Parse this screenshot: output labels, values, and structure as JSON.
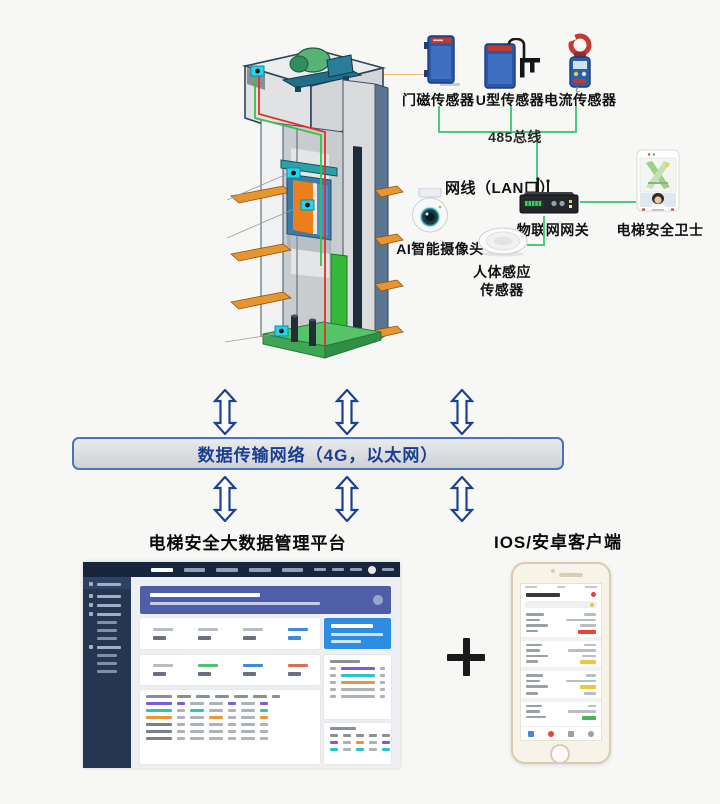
{
  "colors": {
    "line_green": "#4fc77f",
    "arrow_navy": "#1e4094",
    "bar_border": "#4a74b8",
    "bar_text": "#1a3e91",
    "orange": "#e8952f",
    "device_blue": "#2a57a8",
    "device_red": "#c13a30"
  },
  "sensors": {
    "door_label": "门磁传感器",
    "u_type_label": "U型传感器",
    "current_label": "电流传感器",
    "bus_label": "485总线"
  },
  "mid": {
    "lan_label": "网线（LAN口）",
    "camera_label": "AI智能摄像头",
    "body_sensor_line1": "人体感应",
    "body_sensor_line2": "传感器",
    "gateway_label": "物联网网关",
    "guard_label": "电梯安全卫士"
  },
  "network_bar": {
    "label": "数据传输网络（4G，以太网）"
  },
  "bottom": {
    "platform_title": "电梯安全大数据管理平台",
    "client_title": "IOS/安卓客户端",
    "plus_sign": "+"
  }
}
